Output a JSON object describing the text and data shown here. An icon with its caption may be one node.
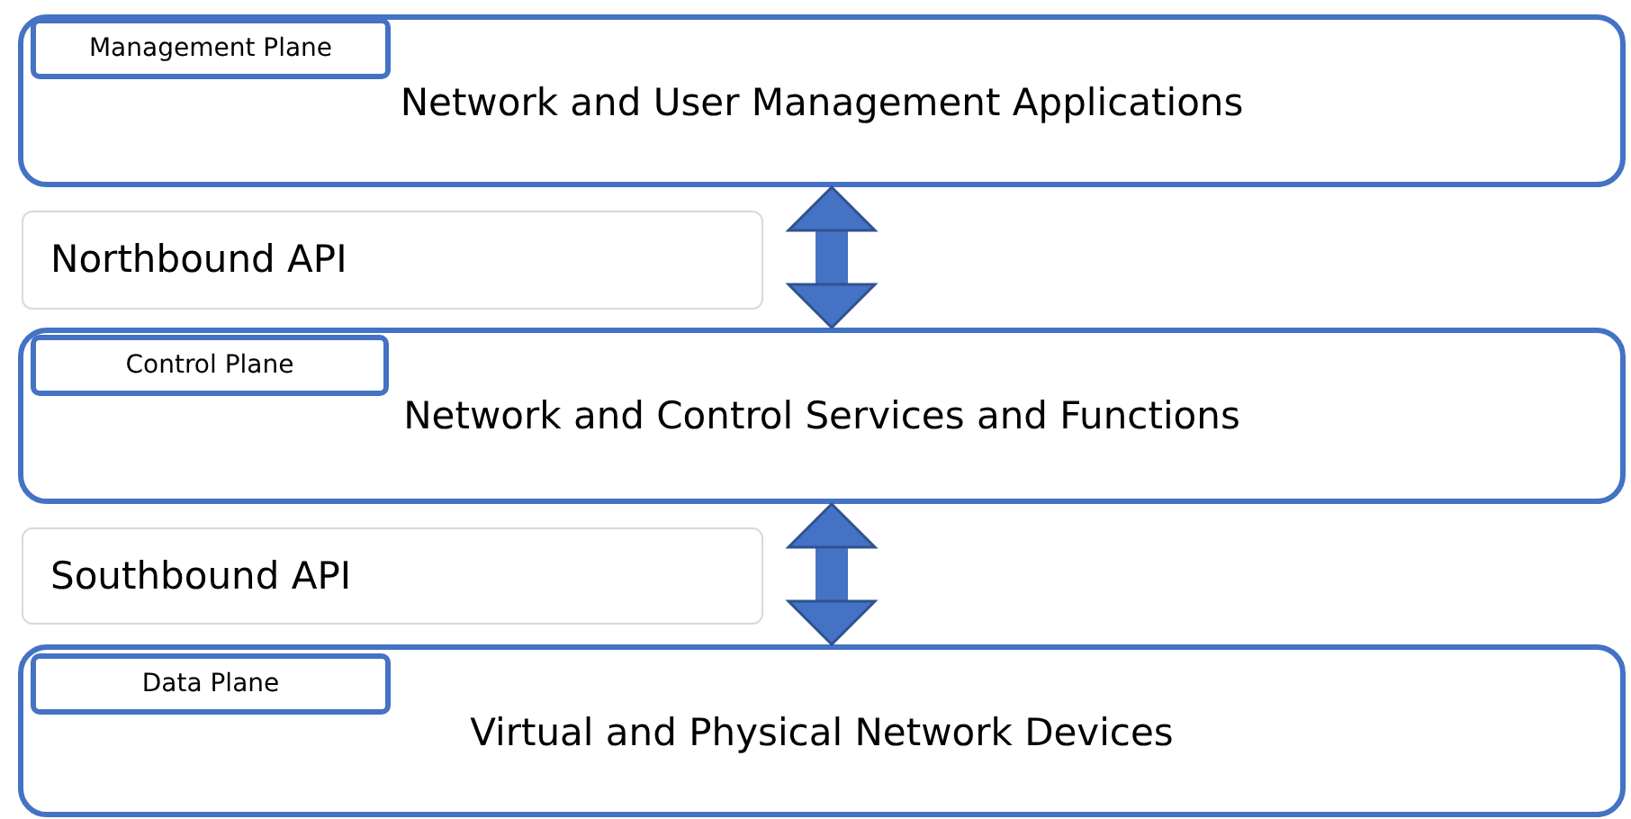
{
  "diagram": {
    "nodes": [
      {
        "text": [
          "Network and User Management Applications"
        ]
      },
      {
        "text": [
          "Management Plane"
        ],
        "in": 0
      },
      {
        "text": [
          "Northbound API"
        ]
      },
      {
        "text": [
          "Network and Control Services and Functions"
        ]
      },
      {
        "text": [
          "Control Plane"
        ],
        "in": 3
      },
      {
        "text": [
          "Southbound API"
        ]
      },
      {
        "text": [
          "Virtual and Physical Network Devices"
        ]
      },
      {
        "text": [
          "Data Plane"
        ],
        "in": 6
      }
    ],
    "edges": [
      {
        "from": 0,
        "to": 3,
        "arrow": "both"
      },
      {
        "from": 3,
        "to": 6,
        "arrow": "both"
      }
    ]
  }
}
